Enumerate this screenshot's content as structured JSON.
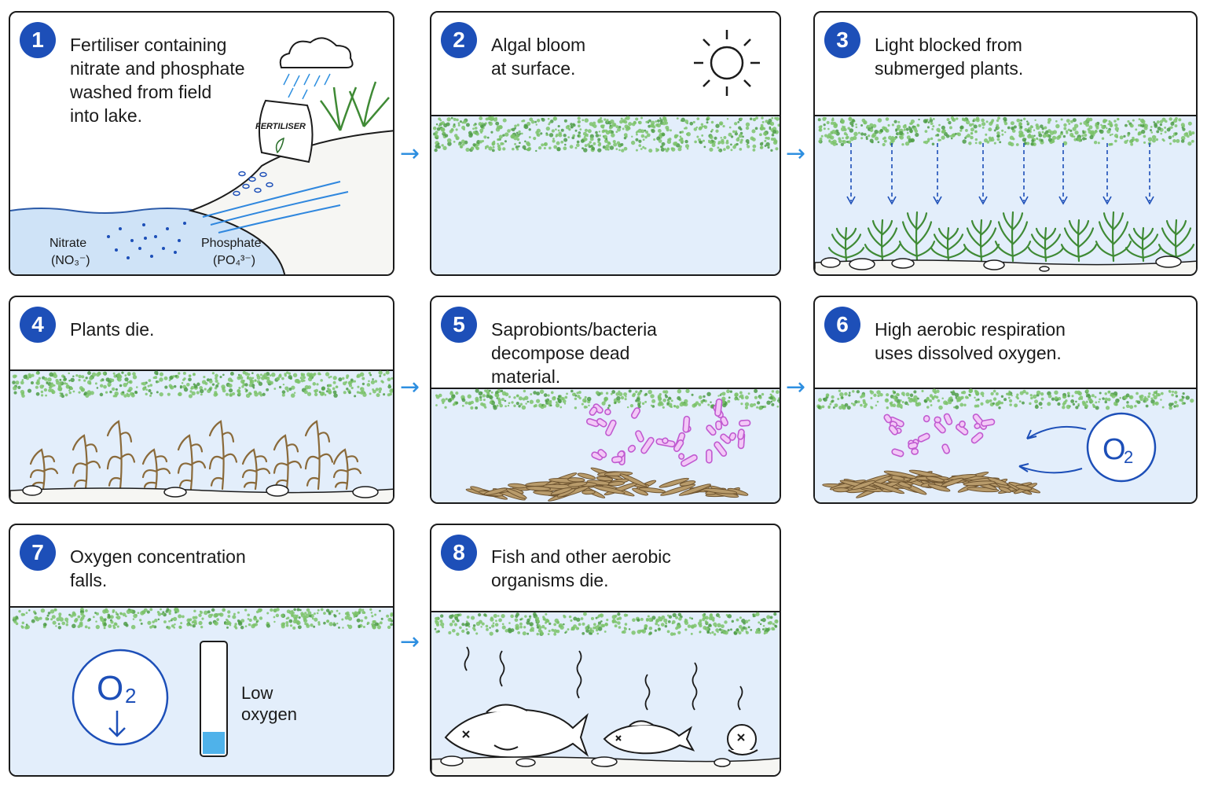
{
  "steps": [
    {
      "number": "1",
      "caption": "Fertiliser containing\nnitrate and phosphate\nwashed from field\ninto lake."
    },
    {
      "number": "2",
      "caption": "Algal bloom\nat surface."
    },
    {
      "number": "3",
      "caption": "Light blocked from\nsubmerged plants."
    },
    {
      "number": "4",
      "caption": "Plants die."
    },
    {
      "number": "5",
      "caption": "Saprobionts/bacteria\ndecompose dead\nmaterial."
    },
    {
      "number": "6",
      "caption": "High aerobic respiration\nuses dissolved oxygen."
    },
    {
      "number": "7",
      "caption": "Oxygen concentration\nfalls."
    },
    {
      "number": "8",
      "caption": "Fish and other aerobic\norganisms die."
    }
  ],
  "labels": {
    "fertiliser_bag": "FERTILISER",
    "nitrate": "Nitrate",
    "nitrate_formula": "(NO₃⁻)",
    "phosphate": "Phosphate",
    "phosphate_formula": "(PO₄³⁻)",
    "oxygen": "O",
    "oxygen_sub": "2",
    "low_oxygen_line1": "Low",
    "low_oxygen_line2": "oxygen"
  },
  "flow_arrow_glyph": "→",
  "colors": {
    "badge": "#1d4fb8",
    "water": "#e3eefb",
    "algae": "#7cc36b",
    "arrow": "#2e8fe0",
    "bacteria": "#c05ad0",
    "dead_plant": "#8a6a3a",
    "live_plant": "#3f8a35",
    "oxygen_level": "#4fb2ea"
  },
  "oxygen_level_fraction": 0.2
}
